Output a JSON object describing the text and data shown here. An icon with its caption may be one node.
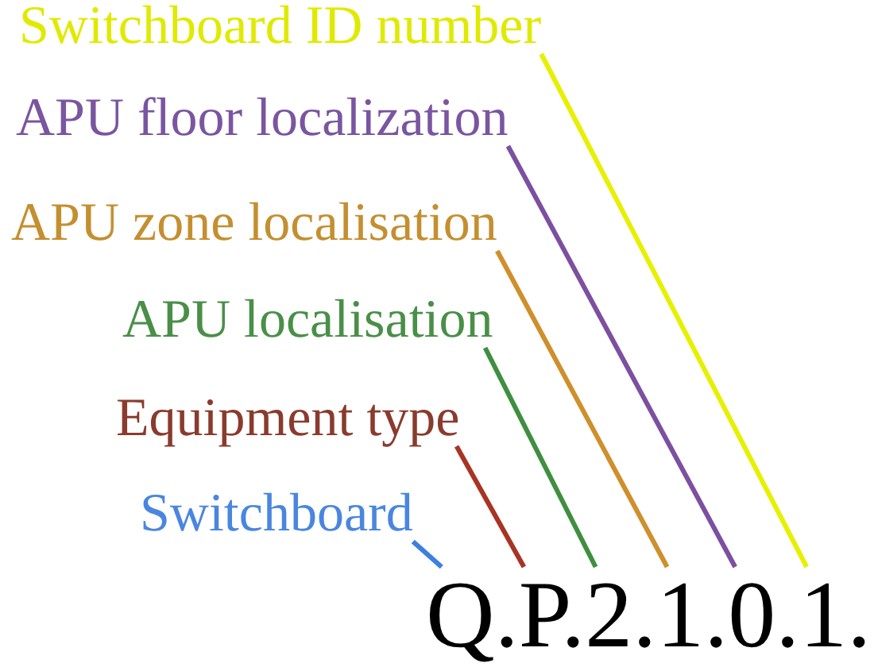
{
  "diagram": {
    "nodes": [
      {
        "text": [
          "Switchboard ID number"
        ]
      },
      {
        "text": [
          "APU floor localization"
        ]
      },
      {
        "text": [
          "APU zone localisation"
        ]
      },
      {
        "text": [
          "APU localisation"
        ]
      },
      {
        "text": [
          "Equipment type"
        ]
      },
      {
        "text": [
          "Switchboard"
        ]
      },
      {
        "text": [
          "Q."
        ]
      },
      {
        "text": [
          "P."
        ]
      },
      {
        "text": [
          "2."
        ]
      },
      {
        "text": [
          "1."
        ]
      },
      {
        "text": [
          "0."
        ]
      },
      {
        "text": [
          "1."
        ]
      }
    ],
    "edges": [
      {
        "from": 0,
        "to": 11,
        "arrow": "none",
        "color": "#e6f000"
      },
      {
        "from": 1,
        "to": 10,
        "arrow": "none",
        "color": "#7d4fa0"
      },
      {
        "from": 2,
        "to": 9,
        "arrow": "none",
        "color": "#cf8f2c"
      },
      {
        "from": 3,
        "to": 8,
        "arrow": "none",
        "color": "#3f8f40"
      },
      {
        "from": 4,
        "to": 7,
        "arrow": "none",
        "color": "#a83424"
      },
      {
        "from": 5,
        "to": 6,
        "arrow": "none",
        "color": "#3c80e0"
      }
    ]
  }
}
